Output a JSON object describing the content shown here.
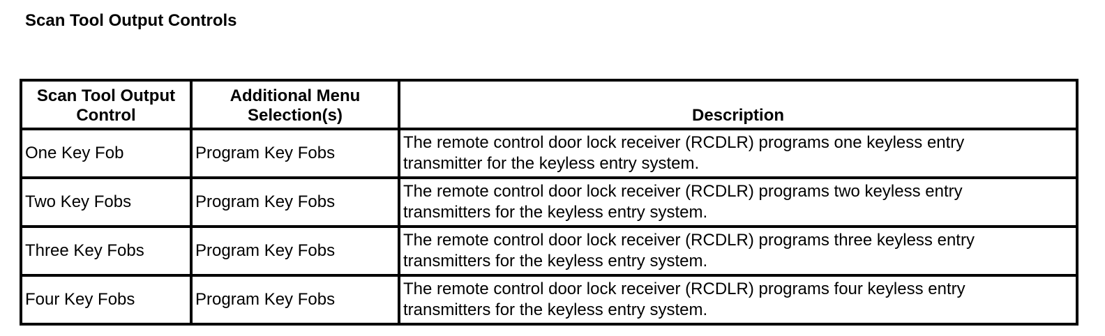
{
  "title": "Scan Tool Output Controls",
  "colors": {
    "background": "#ffffff",
    "text": "#000000",
    "table_border": "#000000"
  },
  "table": {
    "headers": {
      "control": "Scan Tool Output Control",
      "menu": "Additional Menu Selection(s)",
      "description": "Description"
    },
    "rows": [
      {
        "control": "One Key Fob",
        "menu": "Program Key Fobs",
        "description": "The remote control door lock receiver (RCDLR) programs one keyless entry transmitter for the keyless entry system."
      },
      {
        "control": "Two Key Fobs",
        "menu": "Program Key Fobs",
        "description": "The remote control door lock receiver (RCDLR) programs two keyless entry transmitters for the keyless entry system."
      },
      {
        "control": "Three Key Fobs",
        "menu": "Program Key Fobs",
        "description": "The remote control door lock receiver (RCDLR) programs three keyless entry transmitters for the keyless entry system."
      },
      {
        "control": "Four Key Fobs",
        "menu": "Program Key Fobs",
        "description": "The remote control door lock receiver (RCDLR) programs four keyless entry transmitters for the keyless entry system."
      }
    ]
  }
}
